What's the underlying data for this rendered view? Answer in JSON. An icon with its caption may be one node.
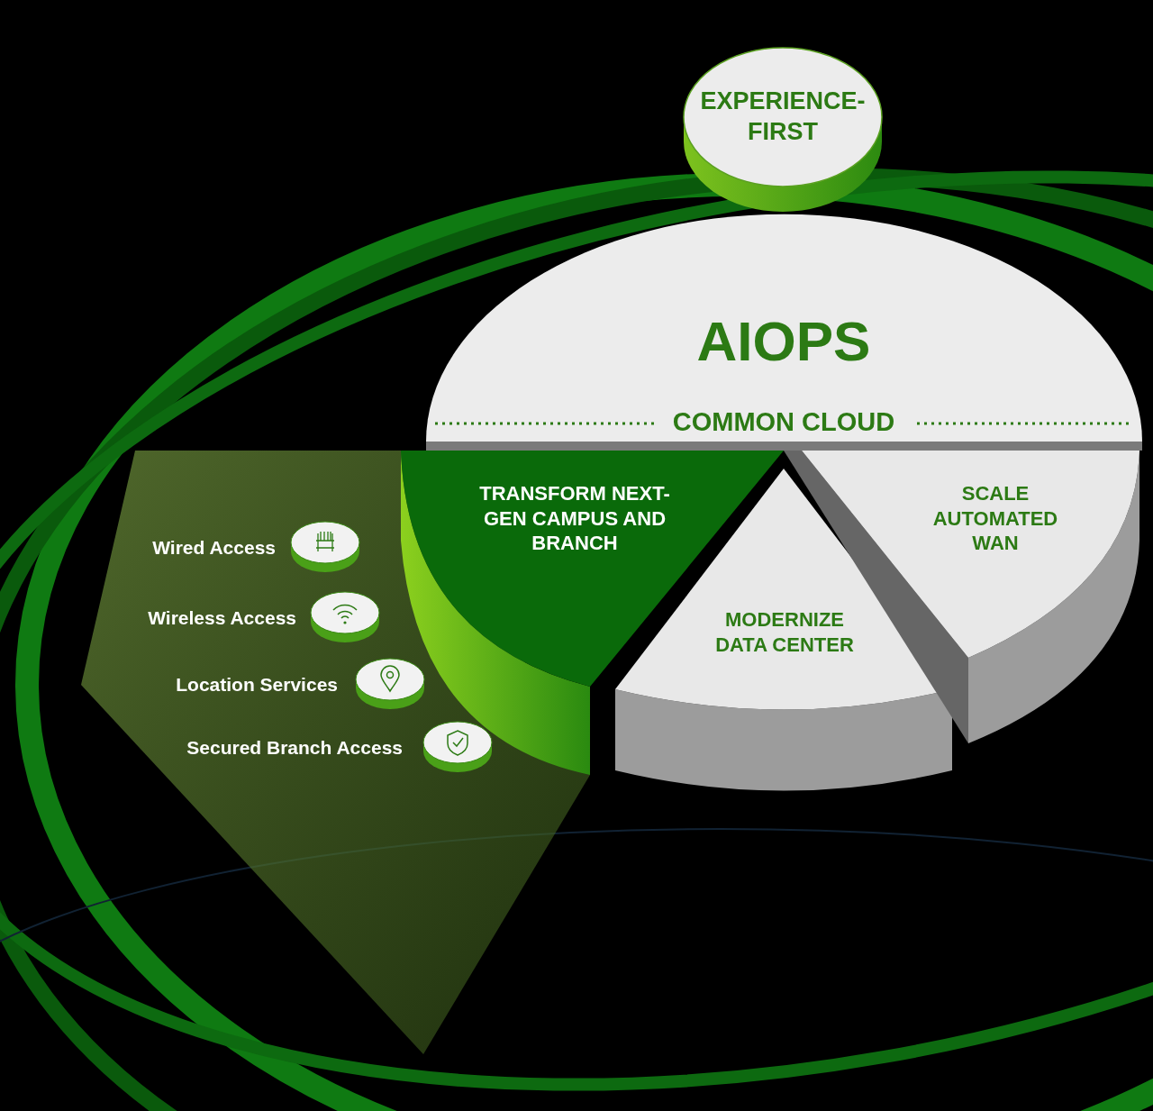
{
  "diagram": {
    "nodes": [
      {
        "text": [
          "EXPERIENCE-FIRST"
        ]
      },
      {
        "text": [
          "AIOPS",
          "COMMON CLOUD"
        ]
      },
      {
        "text": [
          "TRANSFORM NEXT-GEN CAMPUS AND BRANCH"
        ]
      },
      {
        "text": [
          "MODERNIZE DATA CENTER"
        ]
      },
      {
        "text": [
          "SCALE AUTOMATED WAN"
        ]
      },
      {
        "text": [],
        "shape": "circle"
      },
      {
        "text": [],
        "shape": "circle"
      },
      {
        "text": [],
        "shape": "circle"
      },
      {
        "text": [],
        "shape": "circle"
      }
    ],
    "edges": [],
    "labels": [
      "Wired Access",
      "Wireless Access",
      "Location Services",
      "Secured Branch Access"
    ]
  }
}
